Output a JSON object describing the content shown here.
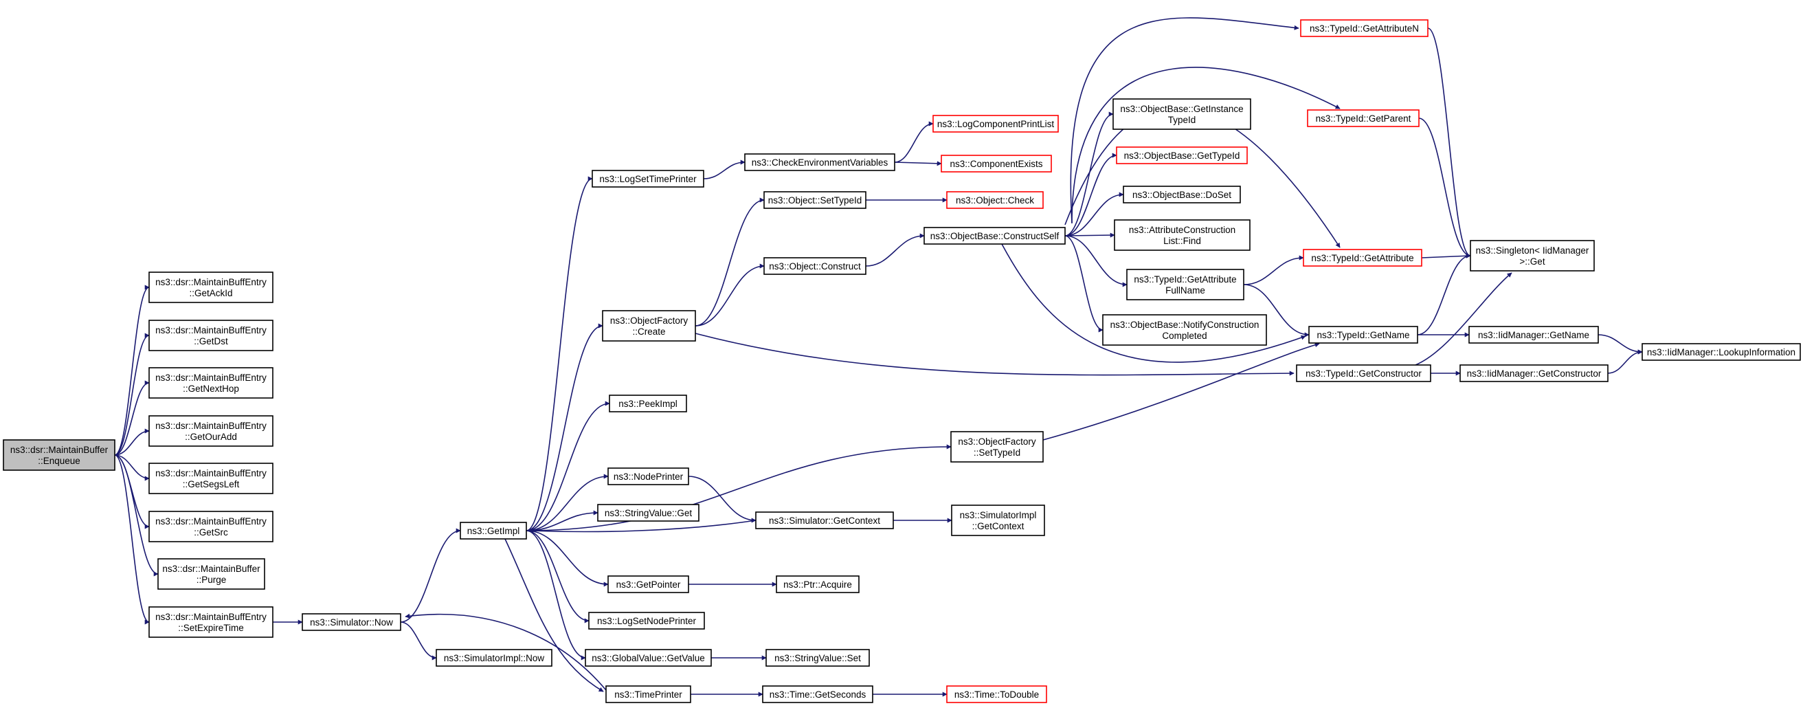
{
  "colors": {
    "edge": "#191970",
    "node_border": "#000000",
    "node_border_truncated": "#ff0000",
    "node_fill": "#ffffff",
    "root_fill": "#bfbfbf"
  },
  "nodes": [
    {
      "id": "enqueue",
      "lines": [
        "ns3::dsr::MaintainBuffer",
        "::Enqueue"
      ],
      "style": "root"
    },
    {
      "id": "getackid",
      "lines": [
        "ns3::dsr::MaintainBuffEntry",
        "::GetAckId"
      ],
      "style": "normal"
    },
    {
      "id": "getdst",
      "lines": [
        "ns3::dsr::MaintainBuffEntry",
        "::GetDst"
      ],
      "style": "normal"
    },
    {
      "id": "getnexthop",
      "lines": [
        "ns3::dsr::MaintainBuffEntry",
        "::GetNextHop"
      ],
      "style": "normal"
    },
    {
      "id": "getouradd",
      "lines": [
        "ns3::dsr::MaintainBuffEntry",
        "::GetOurAdd"
      ],
      "style": "normal"
    },
    {
      "id": "getsegsleft",
      "lines": [
        "ns3::dsr::MaintainBuffEntry",
        "::GetSegsLeft"
      ],
      "style": "normal"
    },
    {
      "id": "getsrc",
      "lines": [
        "ns3::dsr::MaintainBuffEntry",
        "::GetSrc"
      ],
      "style": "normal"
    },
    {
      "id": "purge",
      "lines": [
        "ns3::dsr::MaintainBuffer",
        "::Purge"
      ],
      "style": "normal"
    },
    {
      "id": "setexpiretime",
      "lines": [
        "ns3::dsr::MaintainBuffEntry",
        "::SetExpireTime"
      ],
      "style": "normal"
    },
    {
      "id": "simnow",
      "lines": [
        "ns3::Simulator::Now"
      ],
      "style": "normal"
    },
    {
      "id": "simimplnow",
      "lines": [
        "ns3::SimulatorImpl::Now"
      ],
      "style": "normal"
    },
    {
      "id": "getimpl",
      "lines": [
        "ns3::GetImpl"
      ],
      "style": "normal"
    },
    {
      "id": "logsettimeprinter",
      "lines": [
        "ns3::LogSetTimePrinter"
      ],
      "style": "normal"
    },
    {
      "id": "checkenv",
      "lines": [
        "ns3::CheckEnvironmentVariables"
      ],
      "style": "normal"
    },
    {
      "id": "logcompprintlist",
      "lines": [
        "ns3::LogComponentPrintList"
      ],
      "style": "truncated"
    },
    {
      "id": "compexists",
      "lines": [
        "ns3::ComponentExists"
      ],
      "style": "truncated"
    },
    {
      "id": "objfactcreate",
      "lines": [
        "ns3::ObjectFactory",
        "::Create"
      ],
      "style": "normal"
    },
    {
      "id": "objsettypeid",
      "lines": [
        "ns3::Object::SetTypeId"
      ],
      "style": "normal"
    },
    {
      "id": "objcheck",
      "lines": [
        "ns3::Object::Check"
      ],
      "style": "truncated"
    },
    {
      "id": "objconstruct",
      "lines": [
        "ns3::Object::Construct"
      ],
      "style": "normal"
    },
    {
      "id": "constructself",
      "lines": [
        "ns3::ObjectBase::ConstructSelf"
      ],
      "style": "normal"
    },
    {
      "id": "getinstancetypeid",
      "lines": [
        "ns3::ObjectBase::GetInstance",
        "TypeId"
      ],
      "style": "normal"
    },
    {
      "id": "objbasegettypeid",
      "lines": [
        "ns3::ObjectBase::GetTypeId"
      ],
      "style": "truncated"
    },
    {
      "id": "doset",
      "lines": [
        "ns3::ObjectBase::DoSet"
      ],
      "style": "normal"
    },
    {
      "id": "attrconstfind",
      "lines": [
        "ns3::AttributeConstruction",
        "List::Find"
      ],
      "style": "normal"
    },
    {
      "id": "getattrfullname",
      "lines": [
        "ns3::TypeId::GetAttribute",
        "FullName"
      ],
      "style": "normal"
    },
    {
      "id": "notifyconstruct",
      "lines": [
        "ns3::ObjectBase::NotifyConstruction",
        "Completed"
      ],
      "style": "normal"
    },
    {
      "id": "getattributen",
      "lines": [
        "ns3::TypeId::GetAttributeN"
      ],
      "style": "truncated"
    },
    {
      "id": "getparent",
      "lines": [
        "ns3::TypeId::GetParent"
      ],
      "style": "truncated"
    },
    {
      "id": "getattribute",
      "lines": [
        "ns3::TypeId::GetAttribute"
      ],
      "style": "truncated"
    },
    {
      "id": "singletonget",
      "lines": [
        "ns3::Singleton< IidManager",
        " >::Get"
      ],
      "style": "normal"
    },
    {
      "id": "typeidgetname",
      "lines": [
        "ns3::TypeId::GetName"
      ],
      "style": "normal"
    },
    {
      "id": "iidgetname",
      "lines": [
        "ns3::IidManager::GetName"
      ],
      "style": "normal"
    },
    {
      "id": "lookupinfo",
      "lines": [
        "ns3::IidManager::LookupInformation"
      ],
      "style": "normal"
    },
    {
      "id": "typeidgetconstructor",
      "lines": [
        "ns3::TypeId::GetConstructor"
      ],
      "style": "normal"
    },
    {
      "id": "iidgetconstructor",
      "lines": [
        "ns3::IidManager::GetConstructor"
      ],
      "style": "normal"
    },
    {
      "id": "peekimpl",
      "lines": [
        "ns3::PeekImpl"
      ],
      "style": "normal"
    },
    {
      "id": "objfactsettypeid",
      "lines": [
        "ns3::ObjectFactory",
        "::SetTypeId"
      ],
      "style": "normal"
    },
    {
      "id": "nodeprinter",
      "lines": [
        "ns3::NodePrinter"
      ],
      "style": "normal"
    },
    {
      "id": "stringvalueget",
      "lines": [
        "ns3::StringValue::Get"
      ],
      "style": "normal"
    },
    {
      "id": "simgetcontext",
      "lines": [
        "ns3::Simulator::GetContext"
      ],
      "style": "normal"
    },
    {
      "id": "simimplgetcontext",
      "lines": [
        "ns3::SimulatorImpl",
        "::GetContext"
      ],
      "style": "normal"
    },
    {
      "id": "getpointer",
      "lines": [
        "ns3::GetPointer"
      ],
      "style": "normal"
    },
    {
      "id": "ptracquire",
      "lines": [
        "ns3::Ptr::Acquire"
      ],
      "style": "normal"
    },
    {
      "id": "logsetnodeprinter",
      "lines": [
        "ns3::LogSetNodePrinter"
      ],
      "style": "normal"
    },
    {
      "id": "globalvaluegetvalue",
      "lines": [
        "ns3::GlobalValue::GetValue"
      ],
      "style": "normal"
    },
    {
      "id": "stringvalueset",
      "lines": [
        "ns3::StringValue::Set"
      ],
      "style": "normal"
    },
    {
      "id": "timeprinter",
      "lines": [
        "ns3::TimePrinter"
      ],
      "style": "normal"
    },
    {
      "id": "timegetseconds",
      "lines": [
        "ns3::Time::GetSeconds"
      ],
      "style": "normal"
    },
    {
      "id": "timetodouble",
      "lines": [
        "ns3::Time::ToDouble"
      ],
      "style": "truncated"
    }
  ],
  "edges": [
    [
      "enqueue",
      "getackid"
    ],
    [
      "enqueue",
      "getdst"
    ],
    [
      "enqueue",
      "getnexthop"
    ],
    [
      "enqueue",
      "getouradd"
    ],
    [
      "enqueue",
      "getsegsleft"
    ],
    [
      "enqueue",
      "getsrc"
    ],
    [
      "enqueue",
      "purge"
    ],
    [
      "enqueue",
      "setexpiretime"
    ],
    [
      "setexpiretime",
      "simnow"
    ],
    [
      "simnow",
      "getimpl"
    ],
    [
      "simnow",
      "simimplnow"
    ],
    [
      "getimpl",
      "logsettimeprinter"
    ],
    [
      "getimpl",
      "objfactcreate"
    ],
    [
      "getimpl",
      "peekimpl"
    ],
    [
      "getimpl",
      "objfactsettypeid"
    ],
    [
      "getimpl",
      "nodeprinter"
    ],
    [
      "getimpl",
      "stringvalueget"
    ],
    [
      "getimpl",
      "getpointer"
    ],
    [
      "getimpl",
      "logsetnodeprinter"
    ],
    [
      "getimpl",
      "globalvaluegetvalue"
    ],
    [
      "getimpl",
      "timeprinter"
    ],
    [
      "logsettimeprinter",
      "checkenv"
    ],
    [
      "checkenv",
      "logcompprintlist"
    ],
    [
      "checkenv",
      "compexists"
    ],
    [
      "objfactcreate",
      "objsettypeid"
    ],
    [
      "objfactcreate",
      "objconstruct"
    ],
    [
      "objfactcreate",
      "typeidgetconstructor"
    ],
    [
      "objsettypeid",
      "objcheck"
    ],
    [
      "objconstruct",
      "constructself"
    ],
    [
      "constructself",
      "getinstancetypeid"
    ],
    [
      "constructself",
      "objbasegettypeid"
    ],
    [
      "constructself",
      "doset"
    ],
    [
      "constructself",
      "attrconstfind"
    ],
    [
      "constructself",
      "getattrfullname"
    ],
    [
      "constructself",
      "notifyconstruct"
    ],
    [
      "constructself",
      "getattributen"
    ],
    [
      "constructself",
      "getparent"
    ],
    [
      "constructself",
      "getattribute"
    ],
    [
      "constructself",
      "typeidgetname"
    ],
    [
      "getattrfullname",
      "getattribute"
    ],
    [
      "getattrfullname",
      "typeidgetname"
    ],
    [
      "getattributen",
      "singletonget"
    ],
    [
      "getparent",
      "singletonget"
    ],
    [
      "getattribute",
      "singletonget"
    ],
    [
      "typeidgetname",
      "singletonget"
    ],
    [
      "typeidgetname",
      "iidgetname"
    ],
    [
      "iidgetname",
      "lookupinfo"
    ],
    [
      "typeidgetconstructor",
      "singletonget"
    ],
    [
      "typeidgetconstructor",
      "iidgetconstructor"
    ],
    [
      "iidgetconstructor",
      "lookupinfo"
    ],
    [
      "objfactsettypeid",
      "typeidgetname"
    ],
    [
      "nodeprinter",
      "simgetcontext"
    ],
    [
      "simgetcontext",
      "getimpl"
    ],
    [
      "simgetcontext",
      "simimplgetcontext"
    ],
    [
      "getpointer",
      "ptracquire"
    ],
    [
      "globalvaluegetvalue",
      "stringvalueset"
    ],
    [
      "timeprinter",
      "simnow"
    ],
    [
      "timeprinter",
      "timegetseconds"
    ],
    [
      "timegetseconds",
      "timetodouble"
    ]
  ]
}
